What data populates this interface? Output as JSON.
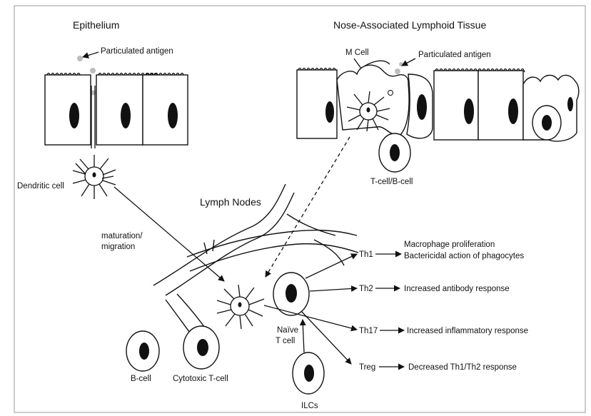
{
  "headings": {
    "epithelium": "Epithelium",
    "nalt": "Nose-Associated Lymphoid Tissue",
    "lymph_nodes": "Lymph Nodes"
  },
  "labels": {
    "antigen_left": "Particulated antigen",
    "antigen_right": "Particulated antigen",
    "m_cell": "M Cell",
    "dendritic_cell": "Dendritic cell",
    "tb_cell": "T-cell/B-cell",
    "maturation_1": "maturation/",
    "maturation_2": "migration",
    "naive_1": "Naïve",
    "naive_2": "T cell",
    "b_cell": "B-cell",
    "cytotoxic": "Cytotoxic T-cell",
    "ilcs": "ILCs"
  },
  "outcomes": [
    {
      "subset": "Th1",
      "effect": "Macrophage proliferation",
      "effect2": "Bactericidal action of phagocytes"
    },
    {
      "subset": "Th2",
      "effect": "Increased antibody response"
    },
    {
      "subset": "Th17",
      "effect": "Increased inflammatory response"
    },
    {
      "subset": "Treg",
      "effect": "Decreased Th1/Th2 response"
    }
  ]
}
